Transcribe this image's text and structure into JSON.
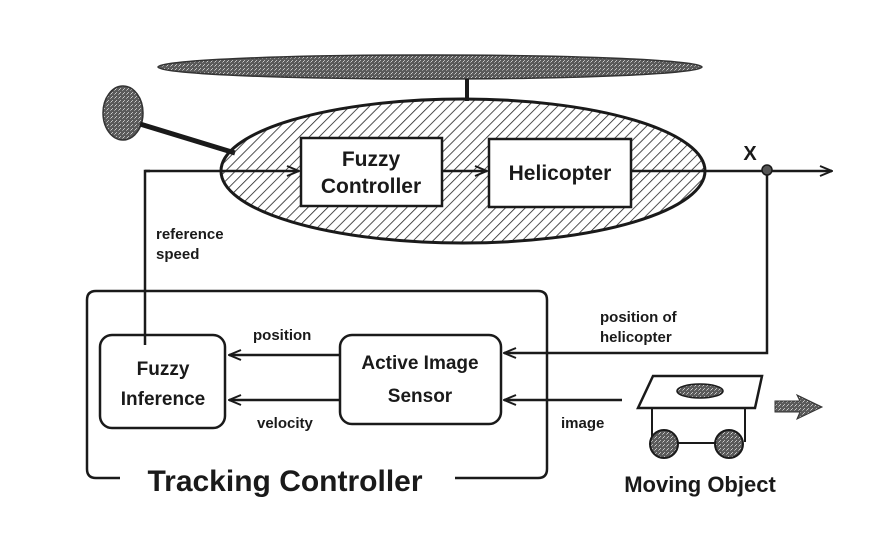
{
  "diagram": {
    "blocks": {
      "fuzzy_controller": [
        "Fuzzy",
        "Controller"
      ],
      "helicopter": "Helicopter",
      "fuzzy_inference": [
        "Fuzzy",
        "Inference"
      ],
      "active_image_sensor": [
        "Active Image",
        "Sensor"
      ]
    },
    "signals": {
      "output": "X",
      "reference_speed": [
        "reference",
        "speed"
      ],
      "position": "position",
      "velocity": "velocity",
      "position_of_helicopter": [
        "position of",
        "helicopter"
      ],
      "image": "image"
    },
    "groups": {
      "tracking_controller": "Tracking Controller",
      "moving_object": "Moving Object"
    },
    "colors": {
      "ink": "#1a1a1a",
      "rotor_fill": "#6e6e6e",
      "hatch": "#222222",
      "background": "#ffffff"
    }
  }
}
